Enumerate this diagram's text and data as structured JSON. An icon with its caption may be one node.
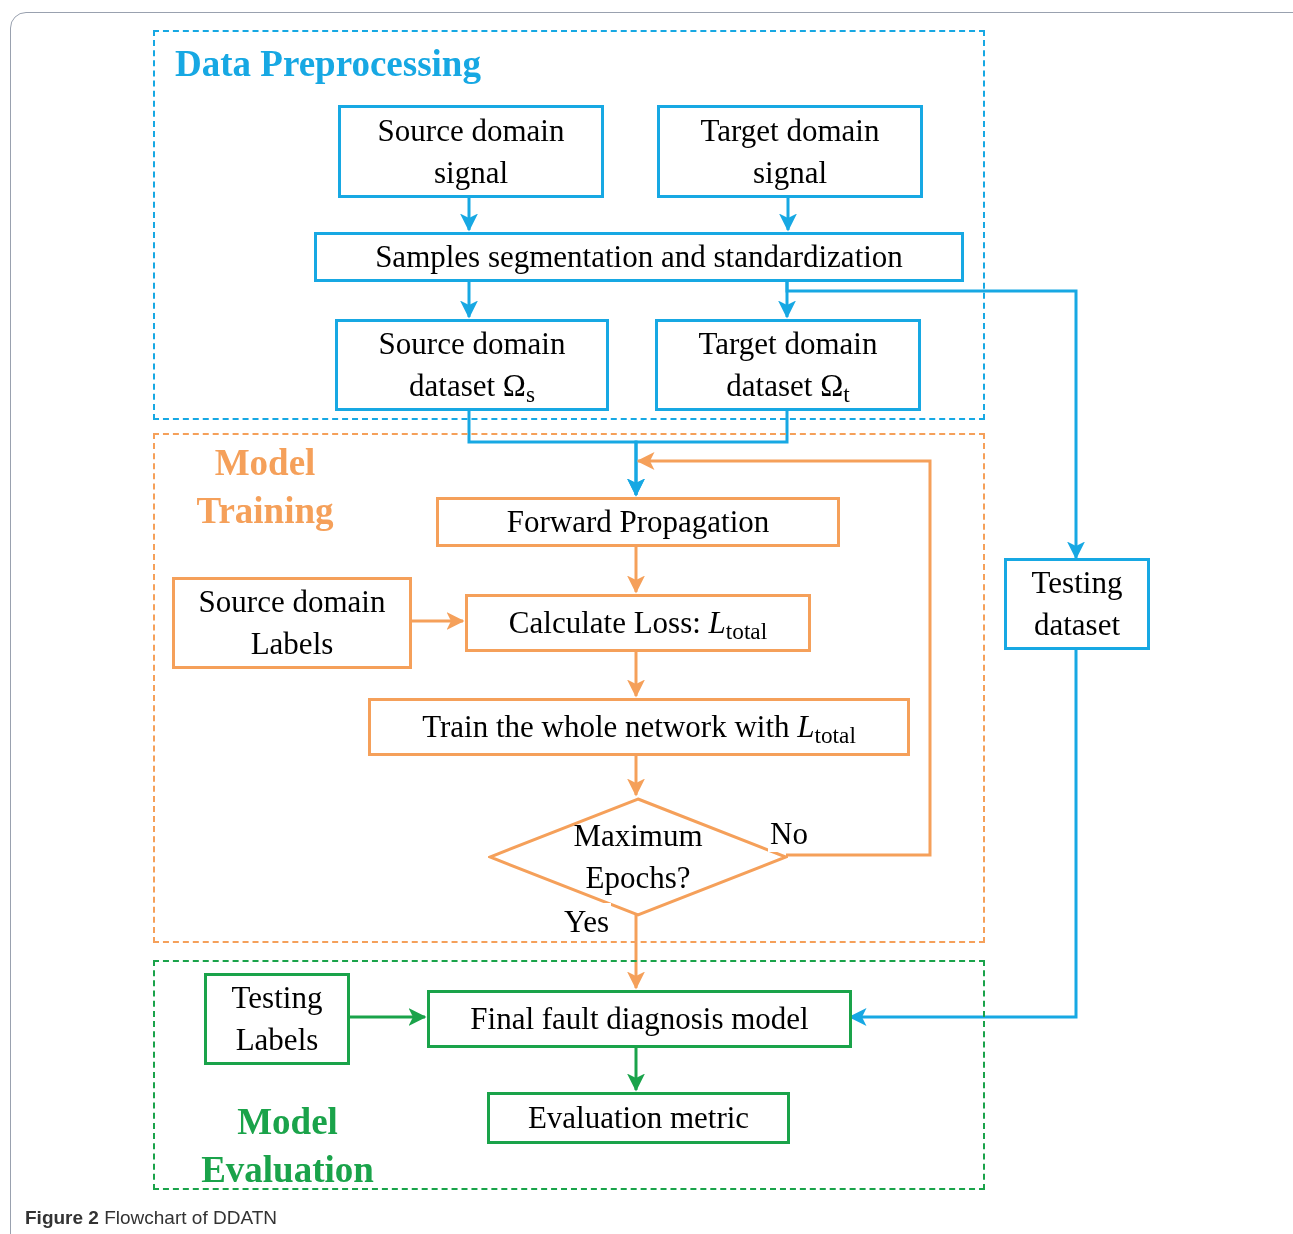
{
  "diagram": {
    "caption": "**Figure 2** Flowchart of DDATN",
    "nodes": [
      {
        "text": [
          "Data Preprocessing"
        ]
      },
      {
        "text": [
          "Source domain signal"
        ],
        "in": 0
      },
      {
        "text": [
          "Target domain signal"
        ],
        "in": 0
      },
      {
        "text": [
          "Samples segmentation and standardization"
        ],
        "in": 0
      },
      {
        "text": [
          "Source domain dataset Ω$_{s}$"
        ],
        "in": 0
      },
      {
        "text": [
          "Target domain dataset Ω$_{t}$"
        ],
        "in": 0
      },
      {
        "text": [
          "Model Training"
        ]
      },
      {
        "text": [
          "Forward Propagation"
        ],
        "in": 6
      },
      {
        "text": [
          "Source domain Labels"
        ],
        "in": 6
      },
      {
        "text": [
          "Calculate Loss: *L*$_{total}$"
        ],
        "in": 6
      },
      {
        "text": [
          "Train the whole network with *L*$_{total}$"
        ],
        "in": 6
      },
      {
        "text": [
          "Maximum Epochs?"
        ],
        "in": 6
      },
      {
        "text": [
          "Testing dataset"
        ]
      },
      {
        "text": [
          "Model Evaluation"
        ]
      },
      {
        "text": [
          "Testing Labels"
        ],
        "in": 13
      },
      {
        "text": [
          "Final fault diagnosis model"
        ],
        "in": 13
      },
      {
        "text": [
          "Evaluation metric"
        ],
        "in": 13
      }
    ],
    "edges": [
      {
        "from": 1,
        "to": 3,
        "arrow": "to"
      },
      {
        "from": 2,
        "to": 3,
        "arrow": "to"
      },
      {
        "from": 3,
        "to": 4,
        "arrow": "to"
      },
      {
        "from": 3,
        "to": 5,
        "arrow": "to"
      },
      {
        "from": 3,
        "to": 12,
        "arrow": "to"
      },
      {
        "from": 4,
        "to": 7,
        "arrow": "to"
      },
      {
        "from": 5,
        "to": 7,
        "arrow": "to"
      },
      {
        "from": 7,
        "to": 9,
        "arrow": "to",
        "color": "#f5a05a"
      },
      {
        "from": 8,
        "to": 9,
        "arrow": "to",
        "color": "#f5a05a"
      },
      {
        "from": 9,
        "to": 10,
        "arrow": "to",
        "color": "#f5a05a"
      },
      {
        "from": 10,
        "to": 11,
        "arrow": "to",
        "color": "#f5a05a"
      },
      {
        "from": 11,
        "to": 7,
        "arrow": "to",
        "label": "No",
        "color": "#f5a05a"
      },
      {
        "from": 11,
        "to": 15,
        "arrow": "to",
        "label": "Yes",
        "color": "#f5a05a"
      },
      {
        "from": 14,
        "to": 15,
        "arrow": "to",
        "color": "#1aa34a"
      },
      {
        "from": 12,
        "to": 15,
        "arrow": "to"
      },
      {
        "from": 15,
        "to": 16,
        "arrow": "to",
        "color": "#1aa34a"
      }
    ]
  }
}
